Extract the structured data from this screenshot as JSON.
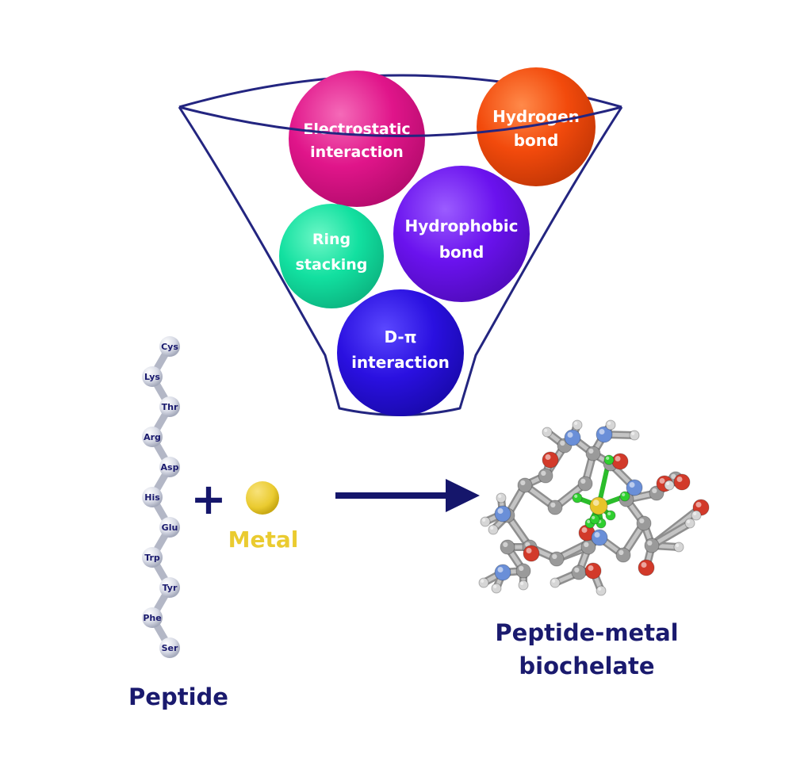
{
  "funnel": {
    "interactions": [
      {
        "id": "electrostatic",
        "line1": "Electrostatic",
        "line2": "interaction",
        "color": "#e0158a"
      },
      {
        "id": "hydrogen",
        "line1": "Hydrogen",
        "line2": "bond",
        "color": "#f24a0c"
      },
      {
        "id": "ring",
        "line1": "Ring",
        "line2": "stacking",
        "color": "#12e0a0"
      },
      {
        "id": "hydrophobic",
        "line1": "Hydrophobic",
        "line2": "bond",
        "color": "#6a12ee"
      },
      {
        "id": "dpi",
        "line1": "D-π",
        "line2": "interaction",
        "color": "#2a10e0"
      }
    ],
    "outline_color": "#232580"
  },
  "peptide": {
    "residues": [
      "Cys",
      "Lys",
      "Thr",
      "Arg",
      "Asp",
      "His",
      "Glu",
      "Trp",
      "Tyr",
      "Phe",
      "Ser"
    ],
    "label": "Peptide"
  },
  "reaction": {
    "plus": "+",
    "metal_label": "Metal",
    "metal_color": "#eacb30",
    "arrow_color": "#15166b"
  },
  "product": {
    "label_line1": "Peptide-metal",
    "label_line2": "biochelate"
  }
}
